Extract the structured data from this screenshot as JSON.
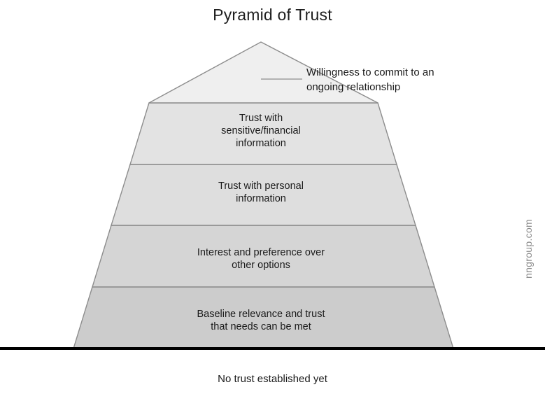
{
  "title": "Pyramid of Trust",
  "baseline_caption": "No trust established yet",
  "watermark": "nngroup.com",
  "callout": {
    "label": "Willingness to commit to an\nongoing relationship"
  },
  "chart_data": {
    "type": "pie",
    "title": "Pyramid of Trust",
    "subtitle": "",
    "xlabel": "",
    "ylabel": "",
    "legend_position": "none",
    "grid": false,
    "tiers": [
      {
        "level": 1,
        "position": "apex",
        "label": "Willingness to commit to an ongoing relationship",
        "label_placement": "callout-right",
        "fill": "#efefef"
      },
      {
        "level": 2,
        "position": "upper-middle",
        "label": "Trust with\nsensitive/financial\ninformation",
        "label_placement": "inside",
        "fill": "#e3e3e3"
      },
      {
        "level": 3,
        "position": "middle",
        "label": "Trust with personal\ninformation",
        "label_placement": "inside",
        "fill": "#dedede"
      },
      {
        "level": 4,
        "position": "lower-middle",
        "label": "Interest and preference over\nother options",
        "label_placement": "inside",
        "fill": "#d5d5d5"
      },
      {
        "level": 5,
        "position": "base",
        "label": "Baseline relevance and trust\nthat needs can be met",
        "label_placement": "inside",
        "fill": "#cccccc"
      }
    ],
    "ground_label": "No trust established yet"
  },
  "colors": {
    "stroke": "#8d8d8d",
    "baseline": "#000000",
    "text": "#1a1a1a",
    "watermark": "#8c8c8c"
  }
}
